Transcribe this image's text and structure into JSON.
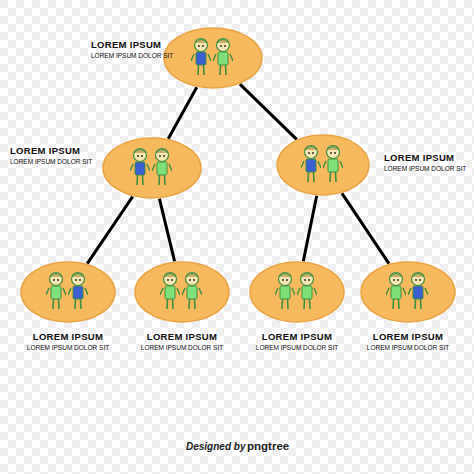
{
  "diagram": {
    "nodes": [
      {
        "text": [
          "LOREM IPSUM",
          "LOREM IPSUM DOLOR SIT"
        ]
      },
      {
        "text": [
          "LOREM IPSUM",
          "LOREM IPSUM DOLOR SIT"
        ]
      },
      {
        "text": [
          "LOREM IPSUM",
          "LOREM IPSUM DOLOR SIT"
        ]
      },
      {
        "text": [
          "LOREM IPSUM",
          "LOREM IPSUM DOLOR SIT"
        ]
      },
      {
        "text": [
          "LOREM IPSUM",
          "LOREM IPSUM DOLOR SIT"
        ]
      },
      {
        "text": [
          "LOREM IPSUM",
          "LOREM IPSUM DOLOR SIT"
        ]
      },
      {
        "text": [
          "LOREM IPSUM",
          "LOREM IPSUM DOLOR SIT"
        ]
      }
    ],
    "edges": [
      {
        "from": 0,
        "to": 1,
        "arrow": "none"
      },
      {
        "from": 0,
        "to": 2,
        "arrow": "none"
      },
      {
        "from": 1,
        "to": 3,
        "arrow": "none"
      },
      {
        "from": 1,
        "to": 4,
        "arrow": "none"
      },
      {
        "from": 2,
        "to": 5,
        "arrow": "none"
      },
      {
        "from": 2,
        "to": 6,
        "arrow": "none"
      }
    ],
    "labels": [
      "Designed by",
      "pngtree"
    ]
  }
}
